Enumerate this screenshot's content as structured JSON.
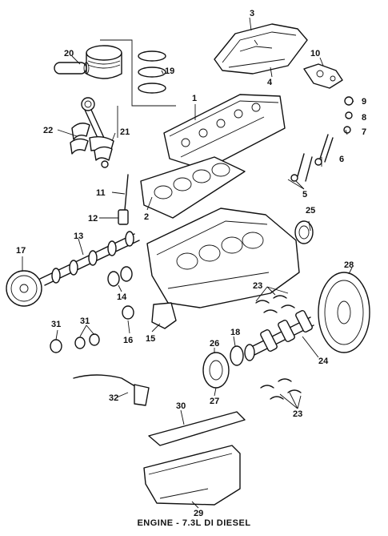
{
  "caption": "ENGINE - 7.3L DI DIESEL",
  "callouts": [
    "1",
    "2",
    "3",
    "4",
    "5",
    "6",
    "7",
    "8",
    "9",
    "10",
    "11",
    "12",
    "13",
    "14",
    "15",
    "16",
    "17",
    "18",
    "19",
    "20",
    "21",
    "22",
    "23",
    "23",
    "24",
    "25",
    "26",
    "27",
    "28",
    "29",
    "30",
    "31",
    "31",
    "32"
  ]
}
